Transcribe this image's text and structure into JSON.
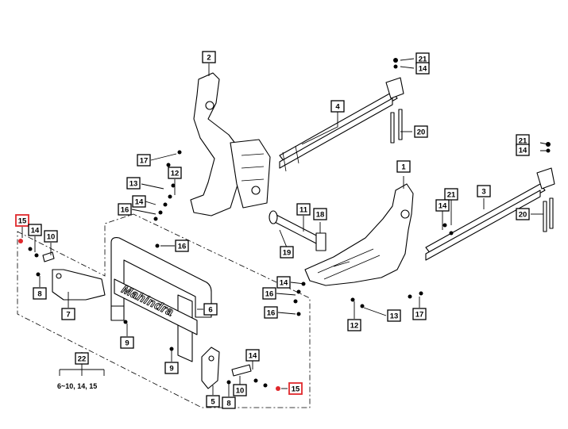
{
  "diagram": {
    "brand_text": "Mahindra",
    "assembly_note": "6~10, 14, 15",
    "highlight_color": "#e0282c",
    "callouts": [
      {
        "id": "c2",
        "label": "2"
      },
      {
        "id": "c21a",
        "label": "21"
      },
      {
        "id": "c14a",
        "label": "14"
      },
      {
        "id": "c4",
        "label": "4"
      },
      {
        "id": "c20a",
        "label": "20"
      },
      {
        "id": "c17a",
        "label": "17"
      },
      {
        "id": "c12a",
        "label": "12"
      },
      {
        "id": "c13a",
        "label": "13"
      },
      {
        "id": "c14b",
        "label": "14"
      },
      {
        "id": "c16a",
        "label": "16"
      },
      {
        "id": "c1",
        "label": "1"
      },
      {
        "id": "c21b",
        "label": "21"
      },
      {
        "id": "c14c",
        "label": "14"
      },
      {
        "id": "c3",
        "label": "3"
      },
      {
        "id": "c21c",
        "label": "21"
      },
      {
        "id": "c14d",
        "label": "14"
      },
      {
        "id": "c20b",
        "label": "20"
      },
      {
        "id": "c11",
        "label": "11"
      },
      {
        "id": "c18",
        "label": "18"
      },
      {
        "id": "c19",
        "label": "19"
      },
      {
        "id": "c15a",
        "label": "15"
      },
      {
        "id": "c14e",
        "label": "14"
      },
      {
        "id": "c10a",
        "label": "10"
      },
      {
        "id": "c16b",
        "label": "16"
      },
      {
        "id": "c8a",
        "label": "8"
      },
      {
        "id": "c7",
        "label": "7"
      },
      {
        "id": "c14f",
        "label": "14"
      },
      {
        "id": "c16c",
        "label": "16"
      },
      {
        "id": "c16d",
        "label": "16"
      },
      {
        "id": "c12b",
        "label": "12"
      },
      {
        "id": "c13b",
        "label": "13"
      },
      {
        "id": "c17b",
        "label": "17"
      },
      {
        "id": "c6",
        "label": "6"
      },
      {
        "id": "c9a",
        "label": "9"
      },
      {
        "id": "c9b",
        "label": "9"
      },
      {
        "id": "c22",
        "label": "22"
      },
      {
        "id": "c14g",
        "label": "14"
      },
      {
        "id": "c10b",
        "label": "10"
      },
      {
        "id": "c5",
        "label": "5"
      },
      {
        "id": "c8b",
        "label": "8"
      },
      {
        "id": "c15b",
        "label": "15"
      }
    ]
  }
}
